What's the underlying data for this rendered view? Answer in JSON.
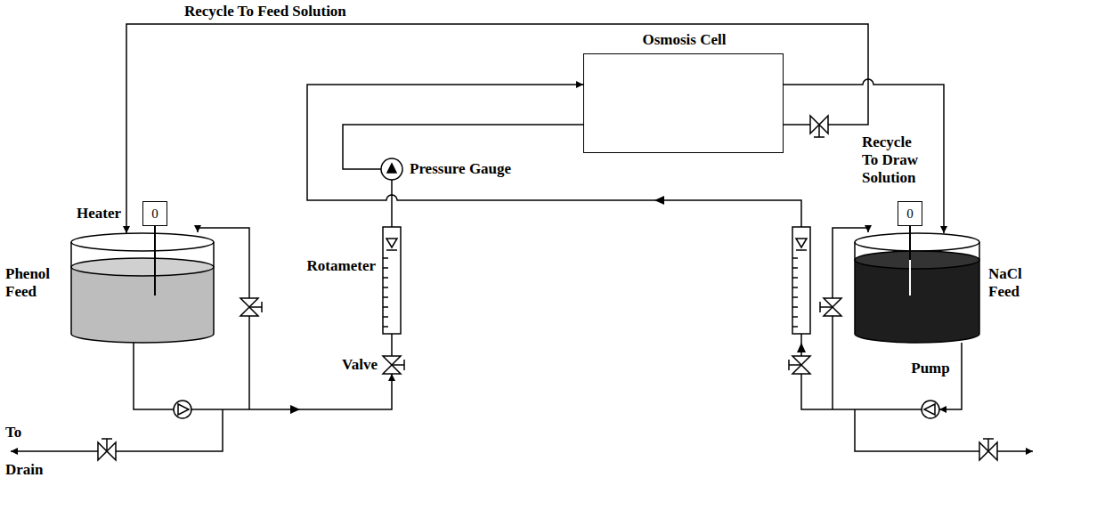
{
  "diagram": {
    "nodes": [
      {
        "text": [
          "Osmosis Cell"
        ]
      },
      {
        "text": [
          "Pressure Gauge"
        ]
      },
      {
        "text": [
          "0"
        ]
      },
      {
        "text": [
          "Phenol Feed"
        ]
      },
      {
        "text": [
          "Rotameter"
        ]
      },
      {
        "text": [
          "Valve"
        ]
      },
      {
        "text": [
          "0"
        ]
      },
      {
        "text": [
          "NaCl Feed"
        ]
      },
      {
        "text": [
          "Pump"
        ]
      }
    ],
    "edges": [
      {
        "from": 0,
        "to": 3,
        "arrow": "to",
        "label": "Recycle To Feed Solution"
      },
      {
        "from": 0,
        "to": 7,
        "arrow": "to",
        "label": "Recycle To Draw Solution"
      },
      {
        "from": 7,
        "to": 8,
        "arrow": "to"
      },
      {
        "from": 8,
        "to": 0,
        "arrow": "to"
      },
      {
        "from": 3,
        "to": 5,
        "arrow": "to"
      },
      {
        "from": 5,
        "to": 4,
        "arrow": "none"
      },
      {
        "from": 4,
        "to": 1,
        "arrow": "none"
      },
      {
        "from": 1,
        "to": 0,
        "arrow": "none"
      }
    ],
    "labels": [
      "Heater",
      "To Drain"
    ]
  }
}
